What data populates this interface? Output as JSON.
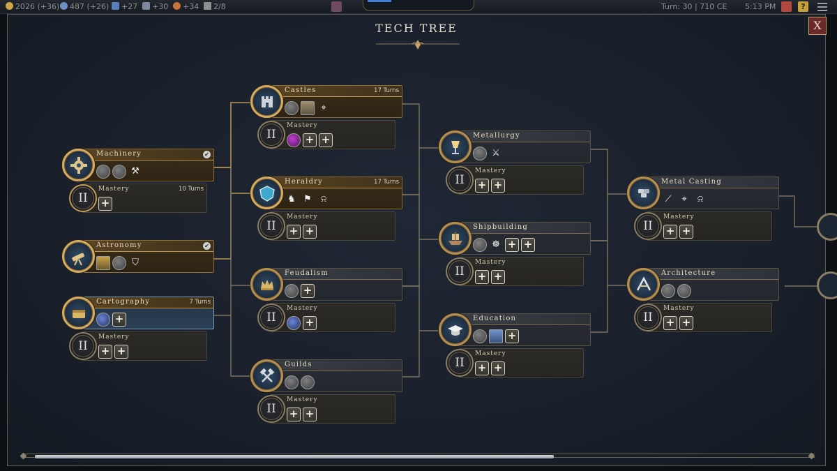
{
  "topbar": {
    "gold": "2026 (+36)",
    "science": "487 (+26)",
    "stat3": "+27",
    "stat4": "+30",
    "stat5": "+34",
    "stat6": "2/8",
    "turn": "Turn: 30",
    "year": "710 CE",
    "time": "5:13 PM"
  },
  "panel": {
    "title": "TECH TREE",
    "close_label": "X"
  },
  "techs": {
    "machinery": {
      "name": "Machinery",
      "turns": "",
      "researched": true,
      "mastery": {
        "label": "Mastery",
        "turns": "10 Turns"
      }
    },
    "astronomy": {
      "name": "Astronomy",
      "turns": "",
      "researched": true
    },
    "cartography": {
      "name": "Cartography",
      "turns": "7 Turns",
      "mastery": {
        "label": "Mastery",
        "turns": ""
      }
    },
    "castles": {
      "name": "Castles",
      "turns": "17 Turns",
      "mastery": {
        "label": "Mastery",
        "turns": ""
      }
    },
    "heraldry": {
      "name": "Heraldry",
      "turns": "17 Turns",
      "mastery": {
        "label": "Mastery",
        "turns": ""
      }
    },
    "feudalism": {
      "name": "Feudalism",
      "turns": "",
      "mastery": {
        "label": "Mastery",
        "turns": ""
      }
    },
    "guilds": {
      "name": "Guilds",
      "turns": "",
      "mastery": {
        "label": "Mastery",
        "turns": ""
      }
    },
    "metallurgy": {
      "name": "Metallurgy",
      "turns": "",
      "mastery": {
        "label": "Mastery",
        "turns": ""
      }
    },
    "shipbuilding": {
      "name": "Shipbuilding",
      "turns": "",
      "mastery": {
        "label": "Mastery",
        "turns": ""
      }
    },
    "education": {
      "name": "Education",
      "turns": "",
      "mastery": {
        "label": "Mastery",
        "turns": ""
      }
    },
    "metal_casting": {
      "name": "Metal Casting",
      "turns": "",
      "mastery": {
        "label": "Mastery",
        "turns": ""
      }
    },
    "architecture": {
      "name": "Architecture",
      "turns": "",
      "mastery": {
        "label": "Mastery",
        "turns": ""
      }
    }
  },
  "mastery_numeral": "II",
  "colors": {
    "accent_gold": "#c39a52",
    "selected_blue": "#2b3f55",
    "close_red": "#6a2a2a"
  }
}
